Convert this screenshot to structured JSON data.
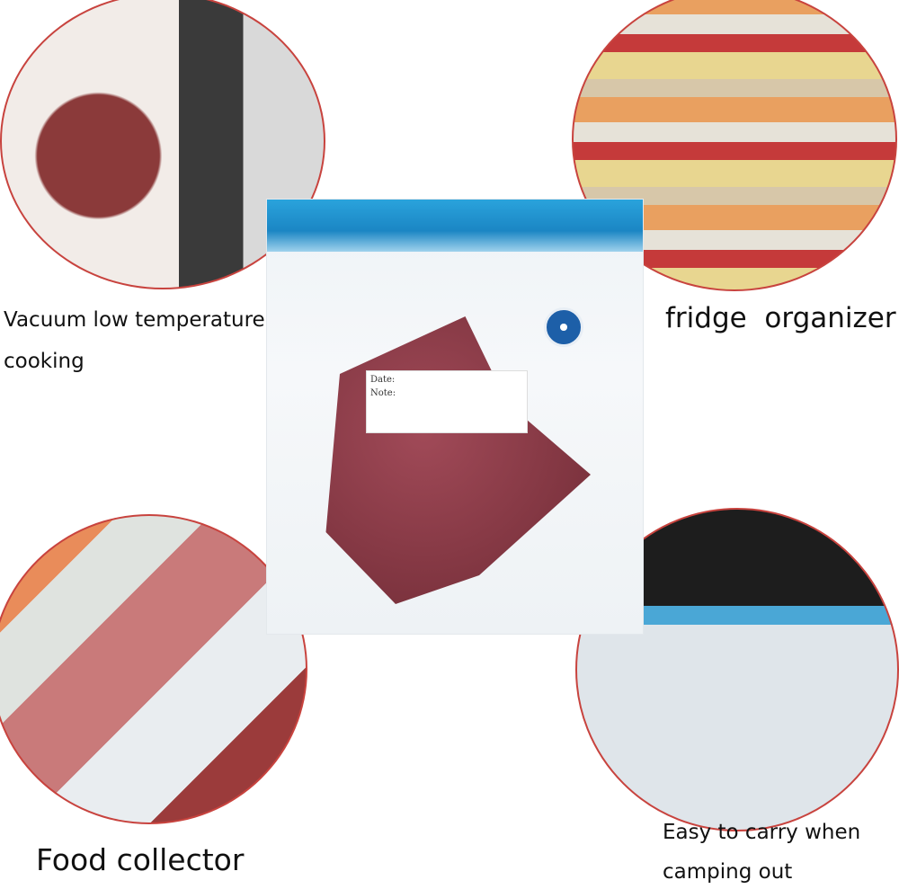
{
  "captions": {
    "cooking_line1": "Vacuum low temperature",
    "cooking_line2": "cooking",
    "fridge": "fridge  organizer",
    "food": "Food collector",
    "camping_line1": "Easy to carry when",
    "camping_line2": "camping out"
  },
  "bag_label": {
    "date": "Date:",
    "note": "Note:"
  },
  "colors": {
    "circle_border": "#c8433e",
    "zipper": "#1b86c4",
    "valve": "#1d5fa8"
  }
}
